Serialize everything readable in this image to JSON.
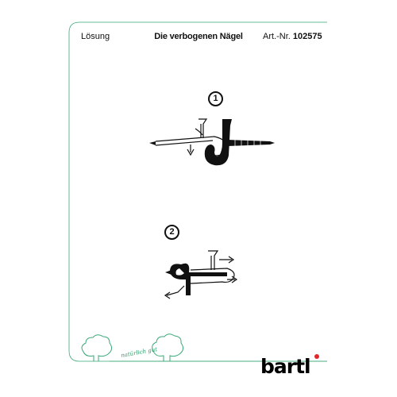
{
  "header": {
    "left": "Lösung",
    "center": "Die verbogenen Nägel",
    "right_prefix": "Art.-Nr. ",
    "right_number": "102575"
  },
  "figures": [
    {
      "number": "1"
    },
    {
      "number": "2"
    }
  ],
  "footer": {
    "slogan": "natürlich gut",
    "logo_text": "bartl"
  },
  "colors": {
    "frame": "#3aa877",
    "trees": "#3aa877",
    "logo": "#000000",
    "logo_accent": "#e3262b"
  }
}
